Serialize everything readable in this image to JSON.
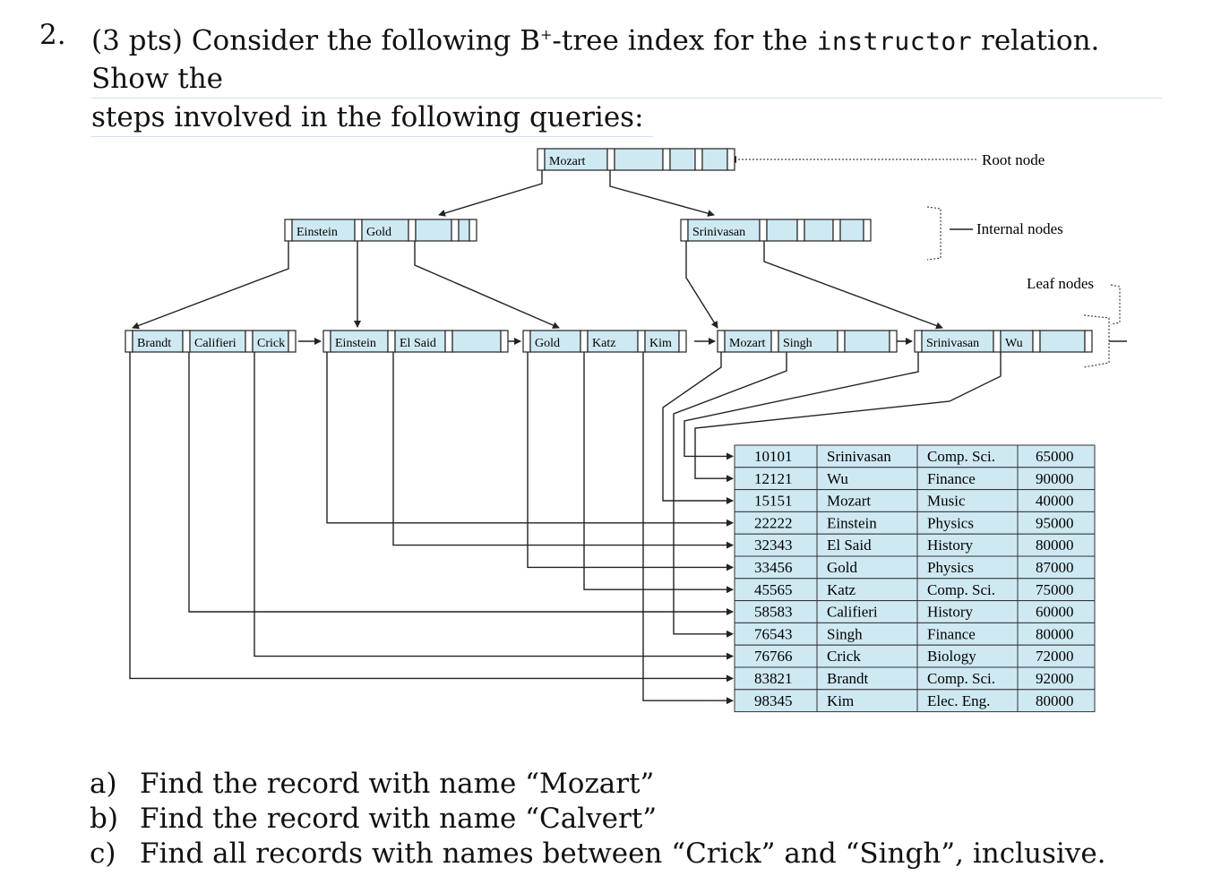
{
  "question": {
    "number": "2.",
    "line1_pre": "(3 pts) Consider the following B",
    "sup": "+",
    "line1_mid": "-tree index for the ",
    "relation": "instructor",
    "line1_post": " relation. Show the",
    "line2": "steps involved in the following queries:"
  },
  "diagram": {
    "root_label": "Root node",
    "internal_label": "Internal nodes",
    "leaf_label": "Leaf nodes",
    "root_keys": [
      "Mozart"
    ],
    "internal_left_keys": [
      "Einstein",
      "Gold"
    ],
    "internal_right_keys": [
      "Srinivasan"
    ],
    "leaves": [
      [
        "Brandt",
        "Califieri",
        "Crick"
      ],
      [
        "Einstein",
        "El Said"
      ],
      [
        "Gold",
        "Katz",
        "Kim"
      ],
      [
        "Mozart",
        "Singh"
      ],
      [
        "Srinivasan",
        "Wu"
      ]
    ]
  },
  "table": {
    "rows": [
      [
        "10101",
        "Srinivasan",
        "Comp. Sci.",
        "65000"
      ],
      [
        "12121",
        "Wu",
        "Finance",
        "90000"
      ],
      [
        "15151",
        "Mozart",
        "Music",
        "40000"
      ],
      [
        "22222",
        "Einstein",
        "Physics",
        "95000"
      ],
      [
        "32343",
        "El Said",
        "History",
        "80000"
      ],
      [
        "33456",
        "Gold",
        "Physics",
        "87000"
      ],
      [
        "45565",
        "Katz",
        "Comp. Sci.",
        "75000"
      ],
      [
        "58583",
        "Califieri",
        "History",
        "60000"
      ],
      [
        "76543",
        "Singh",
        "Finance",
        "80000"
      ],
      [
        "76766",
        "Crick",
        "Biology",
        "72000"
      ],
      [
        "83821",
        "Brandt",
        "Comp. Sci.",
        "92000"
      ],
      [
        "98345",
        "Kim",
        "Elec. Eng.",
        "80000"
      ]
    ],
    "fill_color": "#cfe9f3"
  },
  "queries": [
    {
      "label": "a)",
      "text": "Find the record with name “Mozart”"
    },
    {
      "label": "b)",
      "text": "Find the record with name “Calvert”"
    },
    {
      "label": "c)",
      "text": "Find all records with names between “Crick” and “Singh”, inclusive."
    }
  ]
}
